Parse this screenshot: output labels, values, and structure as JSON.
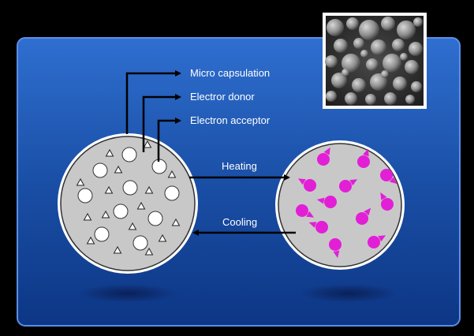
{
  "labels": {
    "micro_capsulation": "Micro capsulation",
    "electron_donor": "Electror donor",
    "electron_acceptor": "Electron acceptor",
    "heating": "Heating",
    "cooling": "Cooling"
  },
  "colors": {
    "panel_blue": "#1a4fa6",
    "capsule_gray": "#c8c8c8",
    "dye_magenta": "#e21fd6",
    "frame_white": "#ffffff"
  },
  "micrograph": {
    "subject": "sem-microcapsules-photo"
  }
}
